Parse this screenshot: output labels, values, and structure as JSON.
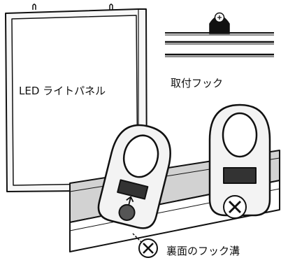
{
  "labels": {
    "led_panel": "LED ライトパネル",
    "mounting_hook": "取付フック",
    "back_groove": "裏面のフック溝"
  },
  "colors": {
    "ink": "#111111",
    "frame_fill": "#f2f2f2",
    "rail_fill": "#cfcfcf",
    "rail_shadow": "#9a9a9a"
  },
  "icons": [
    "screw-icon",
    "arrow-icon",
    "hook-icon"
  ]
}
